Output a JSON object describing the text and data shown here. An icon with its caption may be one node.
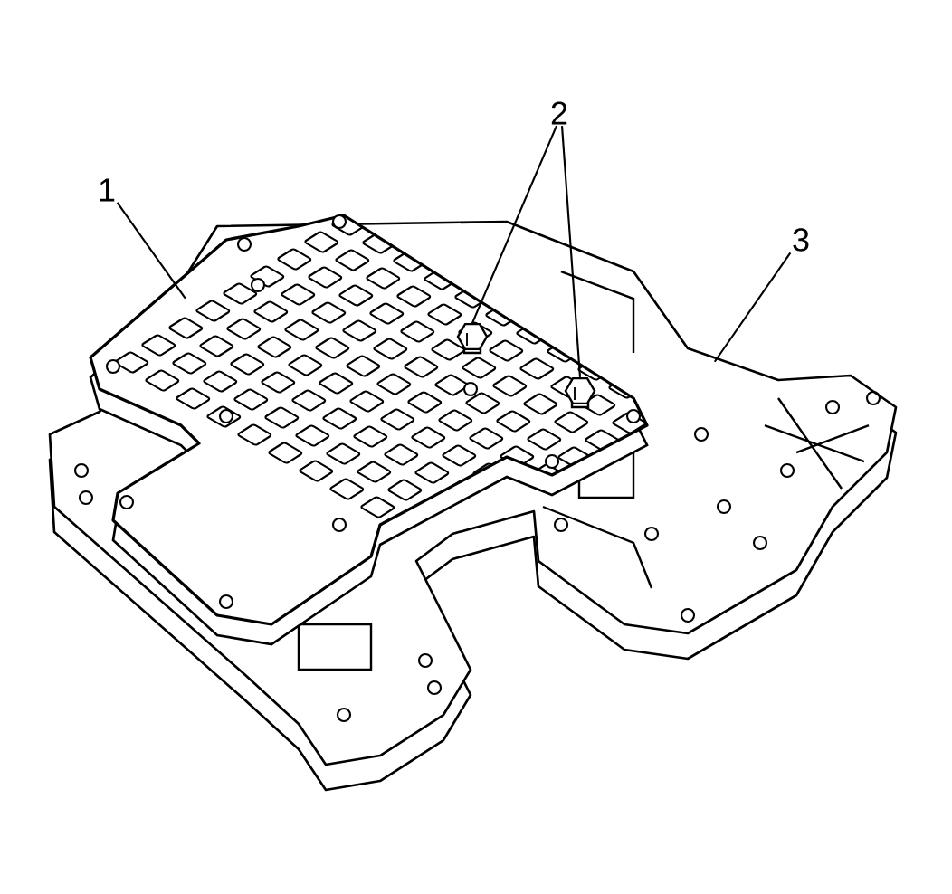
{
  "diagram": {
    "nodes": [
      {
        "text": [
          "1"
        ]
      },
      {
        "text": [],
        "shape": "picture",
        "in": 6
      },
      {
        "text": [
          "2"
        ]
      },
      {
        "text": [],
        "shape": "picture",
        "in": 1
      },
      {
        "text": [],
        "shape": "picture",
        "in": 1
      },
      {
        "text": [
          "3"
        ]
      },
      {
        "text": [],
        "shape": "picture"
      }
    ],
    "edges": [
      {
        "from": 0,
        "to": 1,
        "arrow": "none"
      },
      {
        "from": 2,
        "to": 3,
        "arrow": "none"
      },
      {
        "from": 2,
        "to": 4,
        "arrow": "none"
      },
      {
        "from": 5,
        "to": 6,
        "arrow": "none"
      }
    ]
  }
}
